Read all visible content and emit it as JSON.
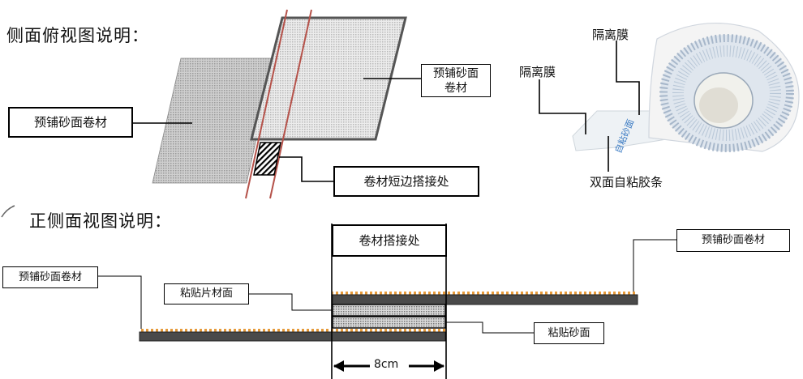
{
  "top_view": {
    "heading": "侧面俯视图说明：",
    "label_left": "预铺砂面卷材",
    "label_right": "预铺砂面\n卷材",
    "label_overlap": "卷材短边搭接处"
  },
  "roll_photo": {
    "label_film_top": "隔离膜",
    "label_film_left": "隔离膜",
    "label_tape": "双面自粘胶条",
    "roll_print": "自粘砂面"
  },
  "front_view": {
    "heading": "正侧面视图说明：",
    "label_overlap": "卷材搭接处",
    "label_right_sheet": "预铺砂面卷材",
    "label_left_sheet": "预铺砂面卷材",
    "label_sticker": "粘贴片材面",
    "label_sand": "粘贴砂面",
    "dimension": "8cm"
  }
}
